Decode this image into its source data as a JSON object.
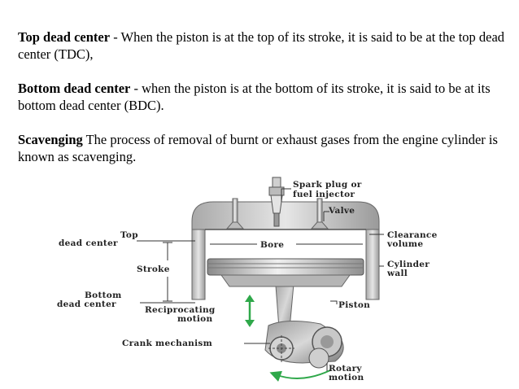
{
  "paragraphs": [
    {
      "term": "Top dead center",
      "text": " - When the piston is at the top of its stroke, it is said to be at the top dead center (TDC),"
    },
    {
      "term": "Bottom dead center",
      "text": " - when the piston is at the bottom of its stroke, it is said to be at its bottom dead center (BDC)."
    },
    {
      "term": "Scavenging",
      "text": " The process of removal of burnt or exhaust gases from the engine cylinder is known as scavenging."
    }
  ],
  "diagram": {
    "spark_plug_line1": "Spark plug or",
    "spark_plug_line2": "fuel injector",
    "valve": "Valve",
    "top_line1": "Top",
    "top_line2": "dead center",
    "bore": "Bore",
    "clearance_line1": "Clearance",
    "clearance_line2": "volume",
    "stroke": "Stroke",
    "cylinder_line1": "Cylinder",
    "cylinder_line2": "wall",
    "bottom_line1": "Bottom",
    "bottom_line2": "dead center",
    "reciprocating_line1": "Reciprocating",
    "reciprocating_line2": "motion",
    "piston": "Piston",
    "crank": "Crank mechanism",
    "rotary_line1": "Rotary",
    "rotary_line2": "motion"
  }
}
